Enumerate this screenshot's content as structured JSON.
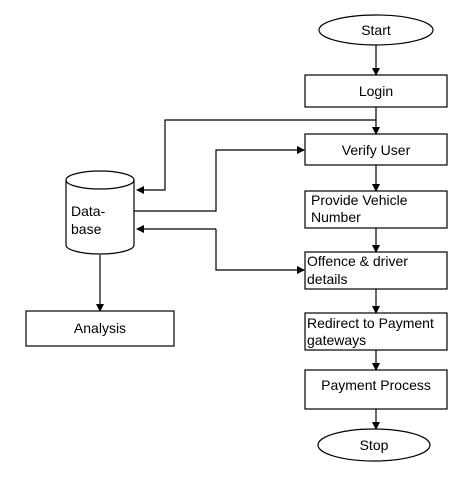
{
  "diagram": {
    "type": "flowchart",
    "nodes": {
      "start": {
        "label": "Start",
        "shape": "ellipse"
      },
      "login": {
        "label": "Login",
        "shape": "rect"
      },
      "verify": {
        "label": "Verify User",
        "shape": "rect"
      },
      "vehicle": {
        "label_lines": [
          "Provide Vehicle",
          "Number"
        ],
        "shape": "rect"
      },
      "offence": {
        "label_lines": [
          "Offence & driver",
          "details"
        ],
        "shape": "rect"
      },
      "redirect": {
        "label_lines": [
          "Redirect to Payment",
          "gateways"
        ],
        "shape": "rect"
      },
      "payment": {
        "label": "Payment Process",
        "shape": "rect"
      },
      "stop": {
        "label": "Stop",
        "shape": "ellipse"
      },
      "database": {
        "label_lines": [
          "Data-",
          "base"
        ],
        "shape": "cylinder"
      },
      "analysis": {
        "label": "Analysis",
        "shape": "rect"
      }
    },
    "edges": [
      {
        "from": "start",
        "to": "login"
      },
      {
        "from": "login",
        "to": "verify"
      },
      {
        "from": "login",
        "to": "database"
      },
      {
        "from": "database",
        "to": "verify"
      },
      {
        "from": "verify",
        "to": "vehicle"
      },
      {
        "from": "vehicle",
        "to": "offence"
      },
      {
        "from": "offence",
        "to": "database"
      },
      {
        "from": "database",
        "to": "offence"
      },
      {
        "from": "database",
        "to": "analysis"
      },
      {
        "from": "offence",
        "to": "redirect"
      },
      {
        "from": "redirect",
        "to": "payment"
      },
      {
        "from": "payment",
        "to": "stop"
      }
    ],
    "colors": {
      "stroke": "#000000",
      "fill": "#ffffff"
    }
  }
}
